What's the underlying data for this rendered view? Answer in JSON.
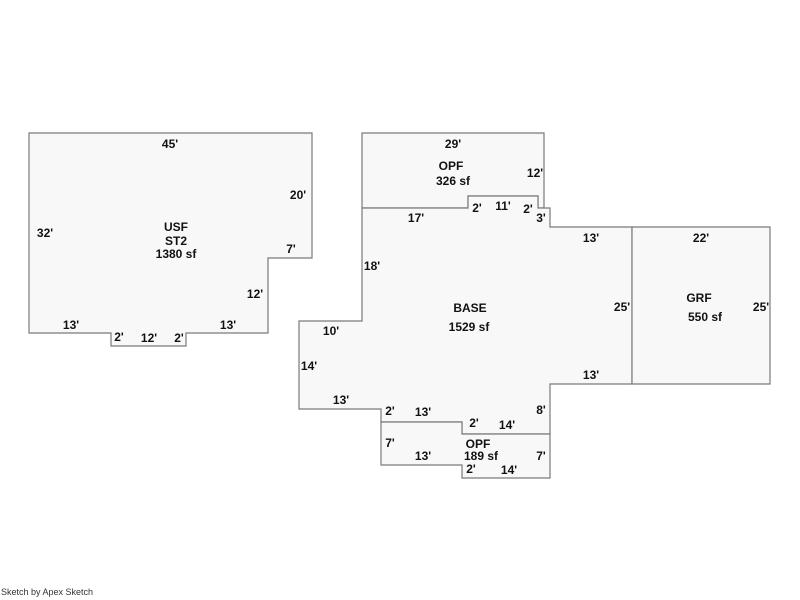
{
  "areas": {
    "usf": {
      "name": "USF",
      "sub": "ST2",
      "area": "1380 sf",
      "dims": [
        "45'",
        "20'",
        "7'",
        "12'",
        "13'",
        "2'",
        "12'",
        "2'",
        "13'",
        "32'"
      ]
    },
    "opf_top": {
      "name": "OPF",
      "area": "326 sf",
      "dims": [
        "29'",
        "12'",
        "2'",
        "11'",
        "2'",
        "17'"
      ]
    },
    "base": {
      "name": "BASE",
      "area": "1529 sf",
      "dims": [
        "3'",
        "13'",
        "25'",
        "13'",
        "8'",
        "14'",
        "2'",
        "13'",
        "2'",
        "13'",
        "14'",
        "10'",
        "18'"
      ]
    },
    "grf": {
      "name": "GRF",
      "area": "550 sf",
      "dims": [
        "22'",
        "25'"
      ]
    },
    "opf_bottom": {
      "name": "OPF",
      "area": "189 sf",
      "dims": [
        "7'",
        "13'",
        "2'",
        "14'",
        "7'"
      ]
    }
  },
  "footer": "Sketch by Apex Sketch"
}
